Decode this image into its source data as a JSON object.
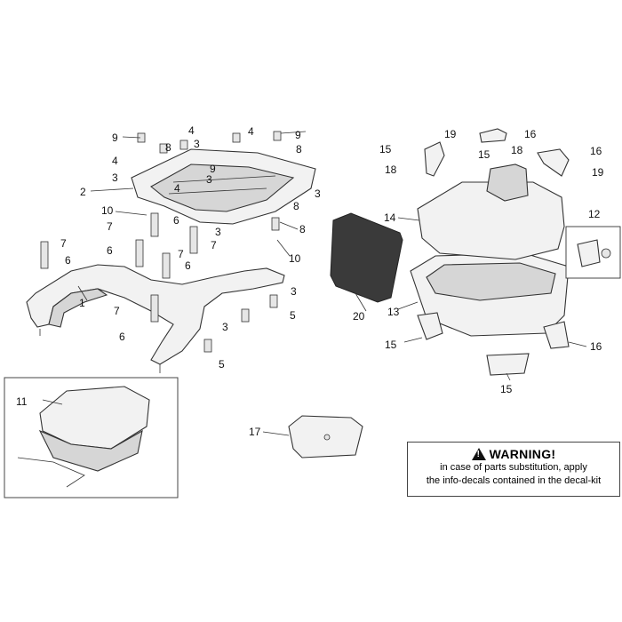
{
  "callouts": {
    "c1": "1",
    "c2": "2",
    "c3a": "3",
    "c3b": "3",
    "c3c": "3",
    "c3d": "3",
    "c3e": "3",
    "c3f": "3",
    "c3g": "3",
    "c4a": "4",
    "c4b": "4",
    "c4c": "4",
    "c4d": "4",
    "c5a": "5",
    "c5b": "5",
    "c6a": "6",
    "c6b": "6",
    "c6c": "6",
    "c6d": "6",
    "c6e": "6",
    "c7a": "7",
    "c7b": "7",
    "c7c": "7",
    "c7d": "7",
    "c7e": "7",
    "c8a": "8",
    "c8b": "8",
    "c8c": "8",
    "c8d": "8",
    "c9a": "9",
    "c9b": "9",
    "c9c": "9",
    "c10a": "10",
    "c10b": "10",
    "c11": "11",
    "c12": "12",
    "c13": "13",
    "c14": "14",
    "c15a": "15",
    "c15b": "15",
    "c15c": "15",
    "c15d": "15",
    "c16a": "16",
    "c16b": "16",
    "c16c": "16",
    "c17": "17",
    "c18a": "18",
    "c18b": "18",
    "c19a": "19",
    "c19b": "19",
    "c20": "20"
  },
  "warning": {
    "title": "WARNING!",
    "line1": "in case of parts substitution, apply",
    "line2": "the info-decals contained in the decal-kit"
  }
}
